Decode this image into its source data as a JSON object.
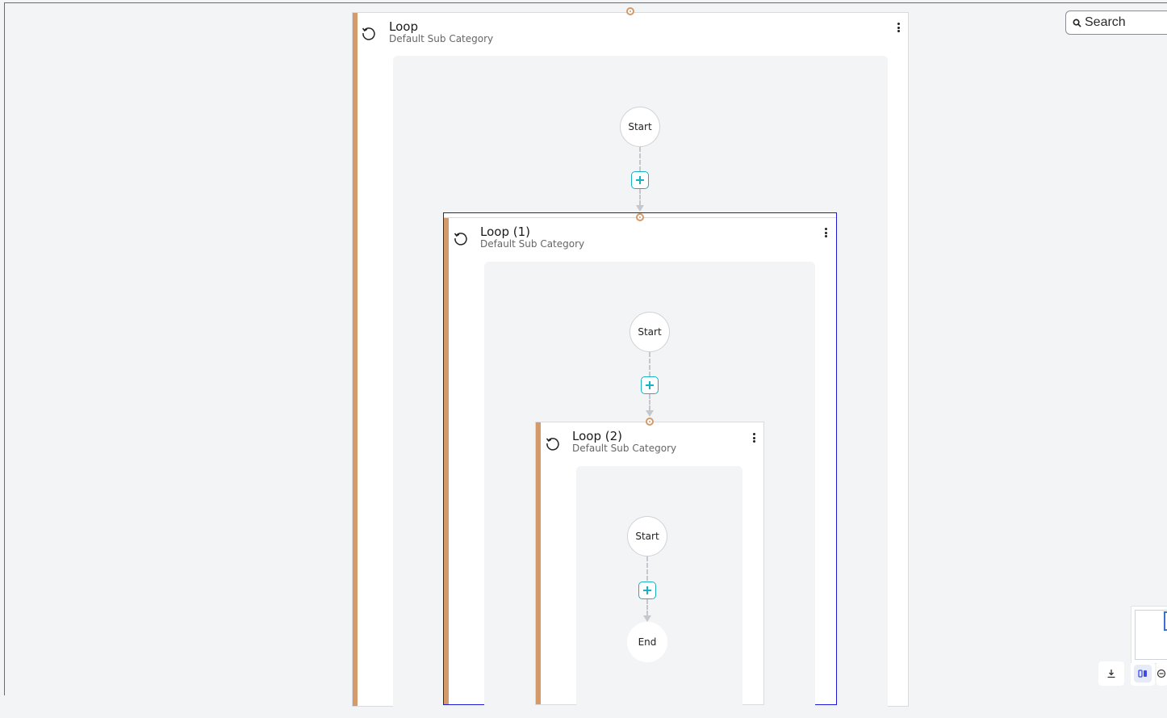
{
  "search": {
    "placeholder": "Search"
  },
  "loops": [
    {
      "title": "Loop",
      "subtitle": "Default Sub Category"
    },
    {
      "title": "Loop (1)",
      "subtitle": "Default Sub Category"
    },
    {
      "title": "Loop (2)",
      "subtitle": "Default Sub Category"
    }
  ],
  "nodes": {
    "start_label": "Start",
    "end_label": "End"
  },
  "icons": {
    "loop": "loop-icon",
    "menu": "more-vertical-icon",
    "add": "plus-icon",
    "search": "search-icon",
    "download": "download-icon",
    "layout": "layout-icon",
    "zoom_out": "zoom-out-icon"
  },
  "colors": {
    "accent": "#d49a6a",
    "add_button": "#17b3c3",
    "selection": "#1a1ad6",
    "canvas": "#f3f4f6"
  }
}
